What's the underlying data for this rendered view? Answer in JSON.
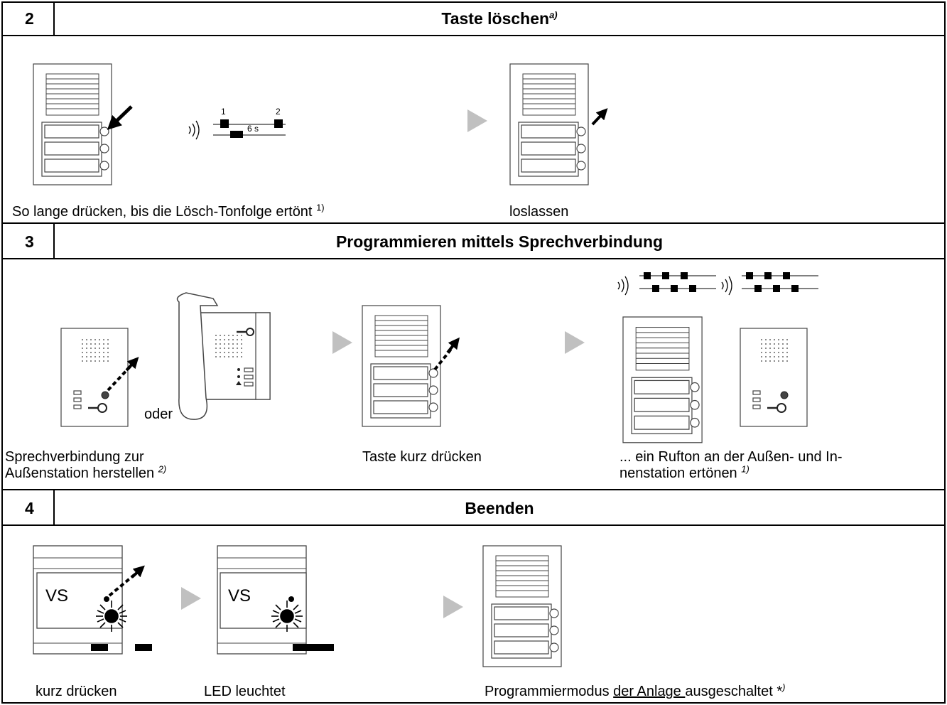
{
  "sections": [
    {
      "number": "2",
      "title": "Taste löschen",
      "title_sup": "a)",
      "captions": {
        "left": "So lange drücken, bis die Lösch-Tonfolge ertönt",
        "left_sup": "1)",
        "right": "loslassen"
      },
      "timing": {
        "mark1": "1",
        "mark2": "2",
        "duration": "6 s"
      }
    },
    {
      "number": "3",
      "title": "Programmieren mittels Sprechverbindung",
      "oder_label": "oder",
      "captions": {
        "left_line1": "Sprechverbindung zur",
        "left_line2": "Außenstation herstellen",
        "left_sup": "2)",
        "middle": "Taste kurz drücken",
        "right_line1": "... ein Rufton an der Außen- und In-",
        "right_line2": "nenstation ertönen",
        "right_sup": "1)"
      }
    },
    {
      "number": "4",
      "title": "Beenden",
      "vs_label": "VS",
      "captions": {
        "c1": "kurz drücken",
        "c2": "LED leuchtet",
        "c3_a": "Programmiermodus ",
        "c3_b": "der Anlage ",
        "c3_c": "ausgeschaltet *",
        "c3_sup": ")"
      }
    }
  ],
  "colors": {
    "border": "#000000",
    "arrow": "#c0c0c0",
    "device": "#444444"
  }
}
